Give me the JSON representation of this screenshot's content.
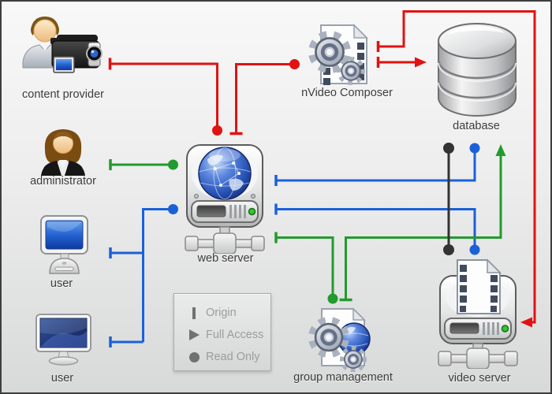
{
  "diagram": {
    "type": "system-architecture",
    "nodes": [
      {
        "id": "content-provider",
        "label": "content provider"
      },
      {
        "id": "administrator",
        "label": "administrator"
      },
      {
        "id": "user-top",
        "label": "user"
      },
      {
        "id": "user-bottom",
        "label": "user"
      },
      {
        "id": "web-server",
        "label": "web server"
      },
      {
        "id": "nvideo-composer",
        "label": "nVideo Composer"
      },
      {
        "id": "database",
        "label": "database"
      },
      {
        "id": "group-management",
        "label": "group management"
      },
      {
        "id": "video-server",
        "label": "video server"
      }
    ],
    "legend": {
      "items": [
        {
          "symbol": "|",
          "label": "Origin"
        },
        {
          "symbol": "▶",
          "label": "Full Access"
        },
        {
          "symbol": "●",
          "label": "Read Only"
        }
      ]
    },
    "connections": [
      {
        "from": "content provider",
        "to": "web server",
        "access": "read-only",
        "color": "#e11212"
      },
      {
        "from": "web server",
        "to": "nVideo Composer",
        "access": "read-only",
        "color": "#e11212"
      },
      {
        "from": "nVideo Composer",
        "to": "database",
        "access": "full-access",
        "color": "#e11212"
      },
      {
        "from": "nVideo Composer",
        "to": "video server",
        "access": "full-access",
        "color": "#e11212"
      },
      {
        "from": "administrator",
        "to": "web server",
        "access": "read-only",
        "color": "#229a2e"
      },
      {
        "from": "user (top)",
        "to": "web server",
        "access": "read-only",
        "color": "#1a61d8"
      },
      {
        "from": "user (bottom)",
        "to": "web server",
        "access": "read-only",
        "color": "#1a61d8"
      },
      {
        "from": "web server",
        "to": "database",
        "access": "read-only",
        "color": "#1a61d8"
      },
      {
        "from": "web server",
        "to": "video server",
        "access": "read-only",
        "color": "#1a61d8"
      },
      {
        "from": "web server",
        "to": "group management",
        "access": "read-only",
        "color": "#229a2e"
      },
      {
        "from": "group management",
        "to": "database",
        "access": "full-access",
        "color": "#229a2e"
      },
      {
        "from": "database",
        "to": "video server",
        "access": "read-only-both-ends",
        "color": "#333333"
      }
    ],
    "colors": {
      "red": "#e11212",
      "blue": "#1a61d8",
      "green": "#229a2e",
      "black": "#333333"
    }
  }
}
